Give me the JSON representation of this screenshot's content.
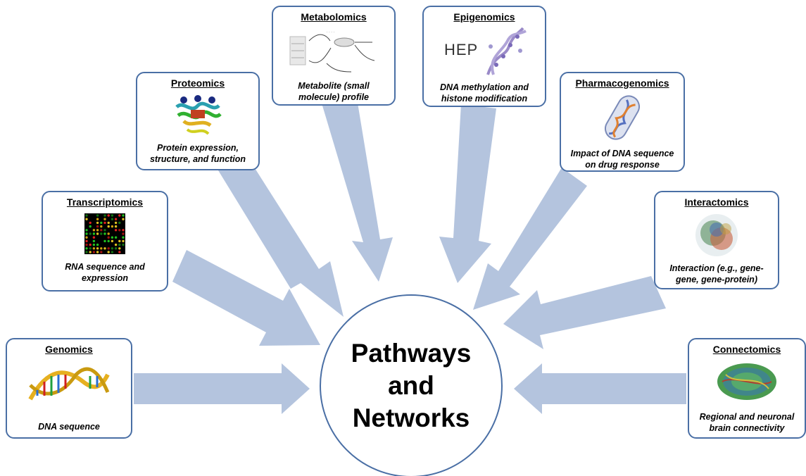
{
  "center": {
    "text": "Pathways\nand\nNetworks"
  },
  "nodes": [
    {
      "id": "genomics",
      "title": "Genomics",
      "description": "DNA sequence",
      "icon": "dna-helix-icon"
    },
    {
      "id": "transcriptomics",
      "title": "Transcriptomics",
      "description": "RNA sequence and expression",
      "icon": "microarray-icon"
    },
    {
      "id": "proteomics",
      "title": "Proteomics",
      "description": "Protein expression, structure, and function",
      "icon": "protein-structure-icon"
    },
    {
      "id": "metabolomics",
      "title": "Metabolomics",
      "description": "Metabolite (small molecule) profile",
      "icon": "metabolic-pathway-icon"
    },
    {
      "id": "epigenomics",
      "title": "Epigenomics",
      "description": "DNA methylation and histone modification",
      "icon": "hep-dna-icon",
      "icon_text": "HEP"
    },
    {
      "id": "pharmacogenomics",
      "title": "Pharmacogenomics",
      "description": "Impact of DNA sequence on drug response",
      "icon": "capsule-dna-icon"
    },
    {
      "id": "interactomics",
      "title": "Interactomics",
      "description": "Interaction (e.g., gene-gene, gene-protein)",
      "icon": "network-hairball-icon"
    },
    {
      "id": "connectomics",
      "title": "Connectomics",
      "description": "Regional and neuronal brain connectivity",
      "icon": "brain-connectivity-icon"
    }
  ],
  "colors": {
    "arrow": "#b4c4de",
    "border": "#4a6fa5",
    "text": "#000000"
  }
}
